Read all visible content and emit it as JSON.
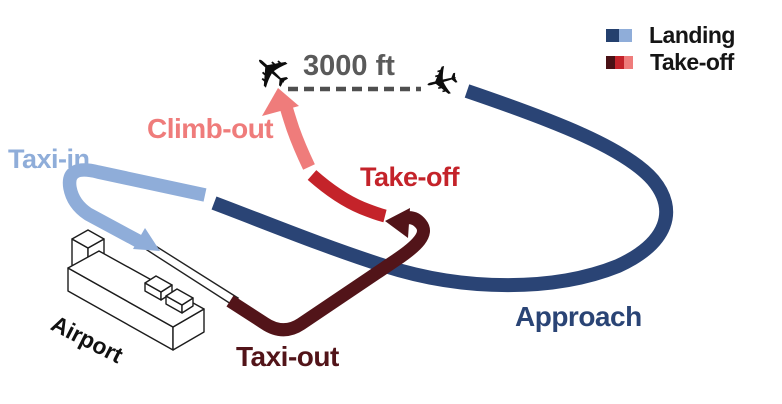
{
  "diagram": {
    "altitude_label": "3000 ft",
    "airport_label": "Airport",
    "plane_glyph": "✈",
    "phases": {
      "taxi_in": {
        "label": "Taxi-in",
        "color": "#8fadd9"
      },
      "approach": {
        "label": "Approach",
        "color": "#2a4475"
      },
      "climb_out": {
        "label": "Climb-out",
        "color": "#ef7c7b"
      },
      "take_off": {
        "label": "Take-off",
        "color": "#c4232a"
      },
      "taxi_out": {
        "label": "Taxi-out",
        "color": "#521419"
      }
    },
    "altitude_text_color": "#5a5a5a"
  },
  "legend": {
    "items": [
      {
        "label": "Landing",
        "colors": [
          "#24406e",
          "#8fadd9"
        ]
      },
      {
        "label": "Take-off",
        "colors": [
          "#4a1115",
          "#c4232a",
          "#ef7c7b"
        ]
      }
    ]
  }
}
